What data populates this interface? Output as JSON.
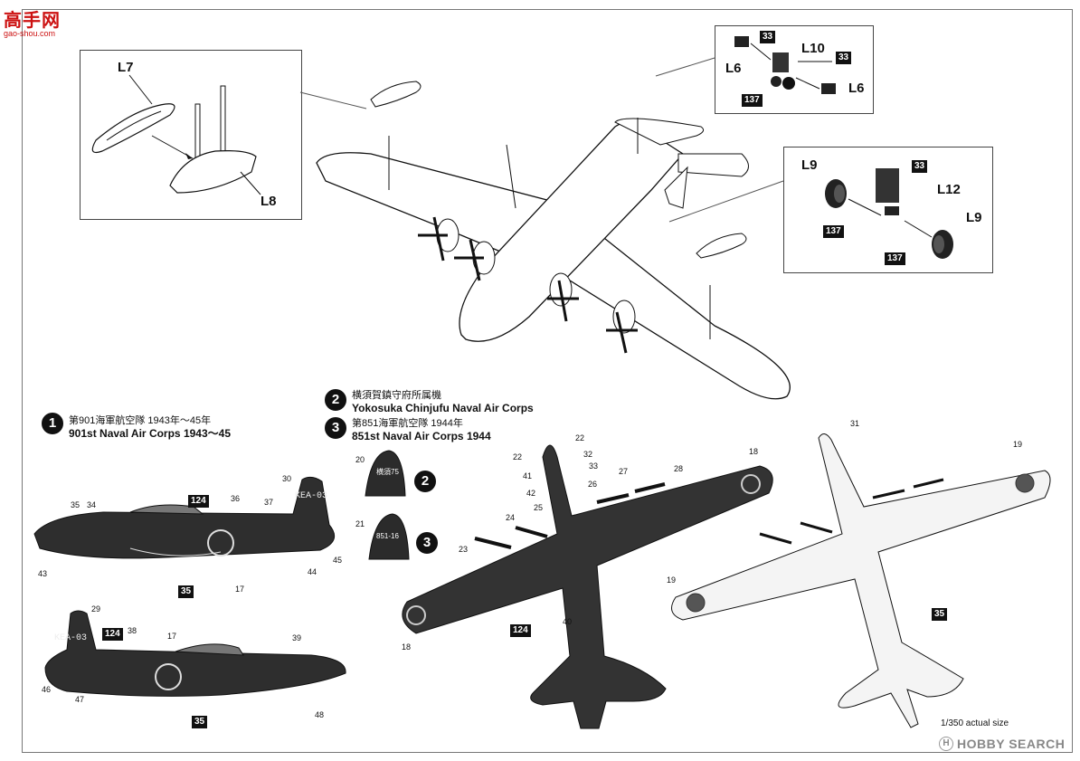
{
  "watermark": {
    "site": "高手网",
    "url": "gao-shou.com"
  },
  "detail_boxes": {
    "top_left": {
      "labels": [
        "L7",
        "L8"
      ]
    },
    "top_right": {
      "labels": [
        "L10",
        "L6",
        "L6"
      ],
      "numbers": [
        "33",
        "33",
        "137"
      ]
    },
    "mid_right": {
      "labels": [
        "L9",
        "L12",
        "L9"
      ],
      "numbers": [
        "33",
        "137",
        "137"
      ]
    }
  },
  "markings": {
    "m1": {
      "num": "1",
      "jp": "第901海軍航空隊 1943年〜45年",
      "en": "901st Naval Air Corps 1943〜45"
    },
    "m2": {
      "num": "2",
      "jp": "横須賀鎮守府所属機",
      "en": "Yokosuka Chinjufu Naval Air Corps"
    },
    "m3": {
      "num": "3",
      "jp": "第851海軍航空隊 1944年",
      "en": "851st Naval Air Corps 1944"
    }
  },
  "tail_codes": {
    "upper_side": "KEA-03",
    "lower_side": "KEA-03",
    "fin2": "横須75",
    "fin3": "851-16"
  },
  "callouts_side_upper": [
    "35",
    "34",
    "36",
    "37",
    "30",
    "43",
    "17",
    "44",
    "45"
  ],
  "callouts_side_lower": [
    "29",
    "38",
    "17",
    "39",
    "46",
    "47",
    "48"
  ],
  "callouts_top": [
    "22",
    "22",
    "32",
    "33",
    "41",
    "42",
    "26",
    "27",
    "28",
    "18",
    "24",
    "25",
    "23",
    "40",
    "18"
  ],
  "callouts_bottom": [
    "31",
    "19",
    "19"
  ],
  "callouts_fins": [
    "20",
    "21"
  ],
  "black_boxes": {
    "side_upper_124": "124",
    "side_upper_35": "35",
    "side_lower_124": "124",
    "side_lower_35": "35",
    "top_124": "124",
    "bottom_35": "35"
  },
  "scale_note": "1/350 actual size",
  "brand": {
    "name": "HOBBY SEARCH",
    "mark": "H"
  }
}
